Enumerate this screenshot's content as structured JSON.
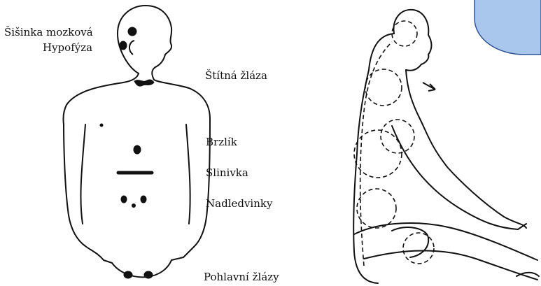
{
  "labels": {
    "pineal": "Šišinka mozková",
    "pituitary": "Hypofýza",
    "thyroid": "Štítná žláza",
    "thymus": "Brzlík",
    "pancreas": "Slinivka",
    "adrenals": "Nadledvinky",
    "gonads": "Pohlavní žlázy"
  },
  "colors": {
    "line": "#111111",
    "corner_fill": "#a9c7ec",
    "corner_stroke": "#2f5597"
  }
}
